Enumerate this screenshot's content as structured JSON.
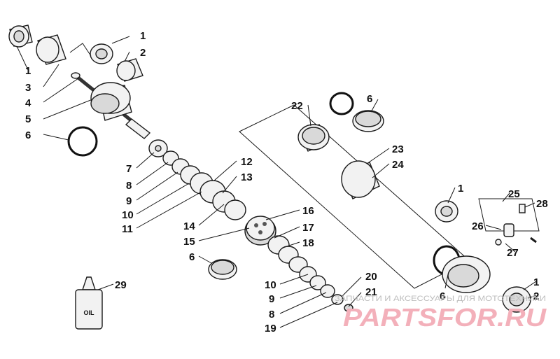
{
  "callouts": [
    {
      "label": "1"
    },
    {
      "label": "2"
    },
    {
      "label": "1"
    },
    {
      "label": "3"
    },
    {
      "label": "4"
    },
    {
      "label": "5"
    },
    {
      "label": "6"
    },
    {
      "label": "7"
    },
    {
      "label": "8"
    },
    {
      "label": "9"
    },
    {
      "label": "10"
    },
    {
      "label": "11"
    },
    {
      "label": "12"
    },
    {
      "label": "13"
    },
    {
      "label": "14"
    },
    {
      "label": "15"
    },
    {
      "label": "16"
    },
    {
      "label": "17"
    },
    {
      "label": "18"
    },
    {
      "label": "6"
    },
    {
      "label": "10"
    },
    {
      "label": "9"
    },
    {
      "label": "8"
    },
    {
      "label": "19"
    },
    {
      "label": "20"
    },
    {
      "label": "21"
    },
    {
      "label": "22"
    },
    {
      "label": "6"
    },
    {
      "label": "23"
    },
    {
      "label": "24"
    },
    {
      "label": "1"
    },
    {
      "label": "25"
    },
    {
      "label": "28"
    },
    {
      "label": "26"
    },
    {
      "label": "27"
    },
    {
      "label": "6"
    },
    {
      "label": "1"
    },
    {
      "label": "2"
    },
    {
      "label": "29"
    }
  ],
  "oil_bottle_label": "OIL",
  "watermark": {
    "tagline": "ЗАПЧАСТИ И АКСЕССУАРЫ ДЛЯ МОТОТЕХНИКИ",
    "logo": "PARTSFOR.RU"
  }
}
